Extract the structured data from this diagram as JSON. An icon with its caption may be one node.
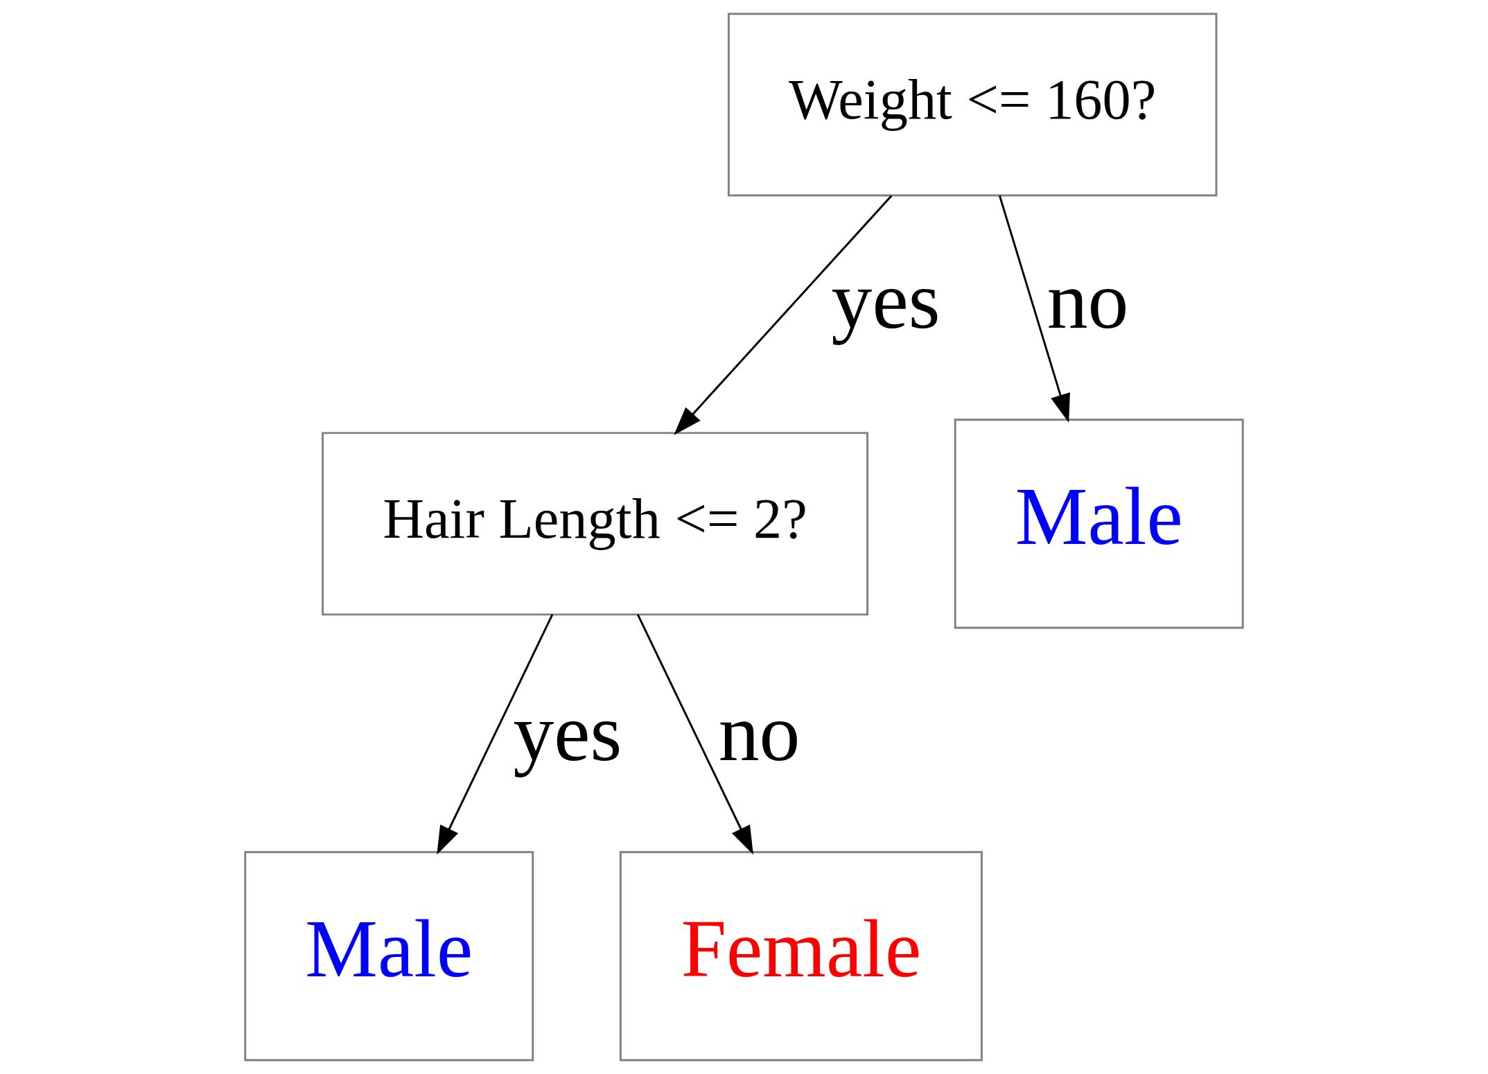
{
  "diagram": {
    "nodes": [
      {
        "text": [
          "Weight <= 160?"
        ]
      },
      {
        "text": [
          "Hair Length <= 2?"
        ]
      },
      {
        "text": [
          "Male"
        ]
      },
      {
        "text": [
          "Male"
        ]
      },
      {
        "text": [
          "Female"
        ]
      }
    ],
    "edges": [
      {
        "from": 0,
        "to": 1,
        "label": "yes",
        "arrow": "to"
      },
      {
        "from": 0,
        "to": 2,
        "label": "no",
        "arrow": "to"
      },
      {
        "from": 1,
        "to": 3,
        "label": "yes",
        "arrow": "to"
      },
      {
        "from": 1,
        "to": 4,
        "label": "no",
        "arrow": "to"
      }
    ]
  }
}
